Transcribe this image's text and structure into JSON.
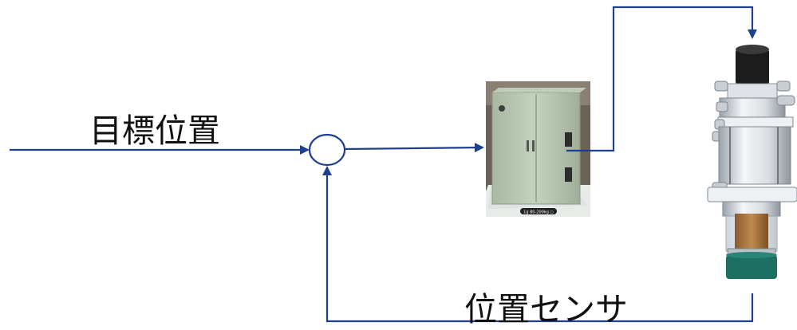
{
  "labels": {
    "target_position": "目標位置",
    "position_sensor": "位置センサ"
  },
  "icons": {
    "control_cabinet": "control-cabinet-photo",
    "actuator": "actuator-cylinder-rendering",
    "summing_junction": "summing-junction-circle"
  },
  "colors": {
    "signal_line": "#1f3f8f",
    "cabinet_body": "#b8c6b1",
    "actuator_cap": "#1c1c1c",
    "actuator_base": "#1e6f63"
  },
  "cabinet_caption": "1g 80-200kg ○"
}
